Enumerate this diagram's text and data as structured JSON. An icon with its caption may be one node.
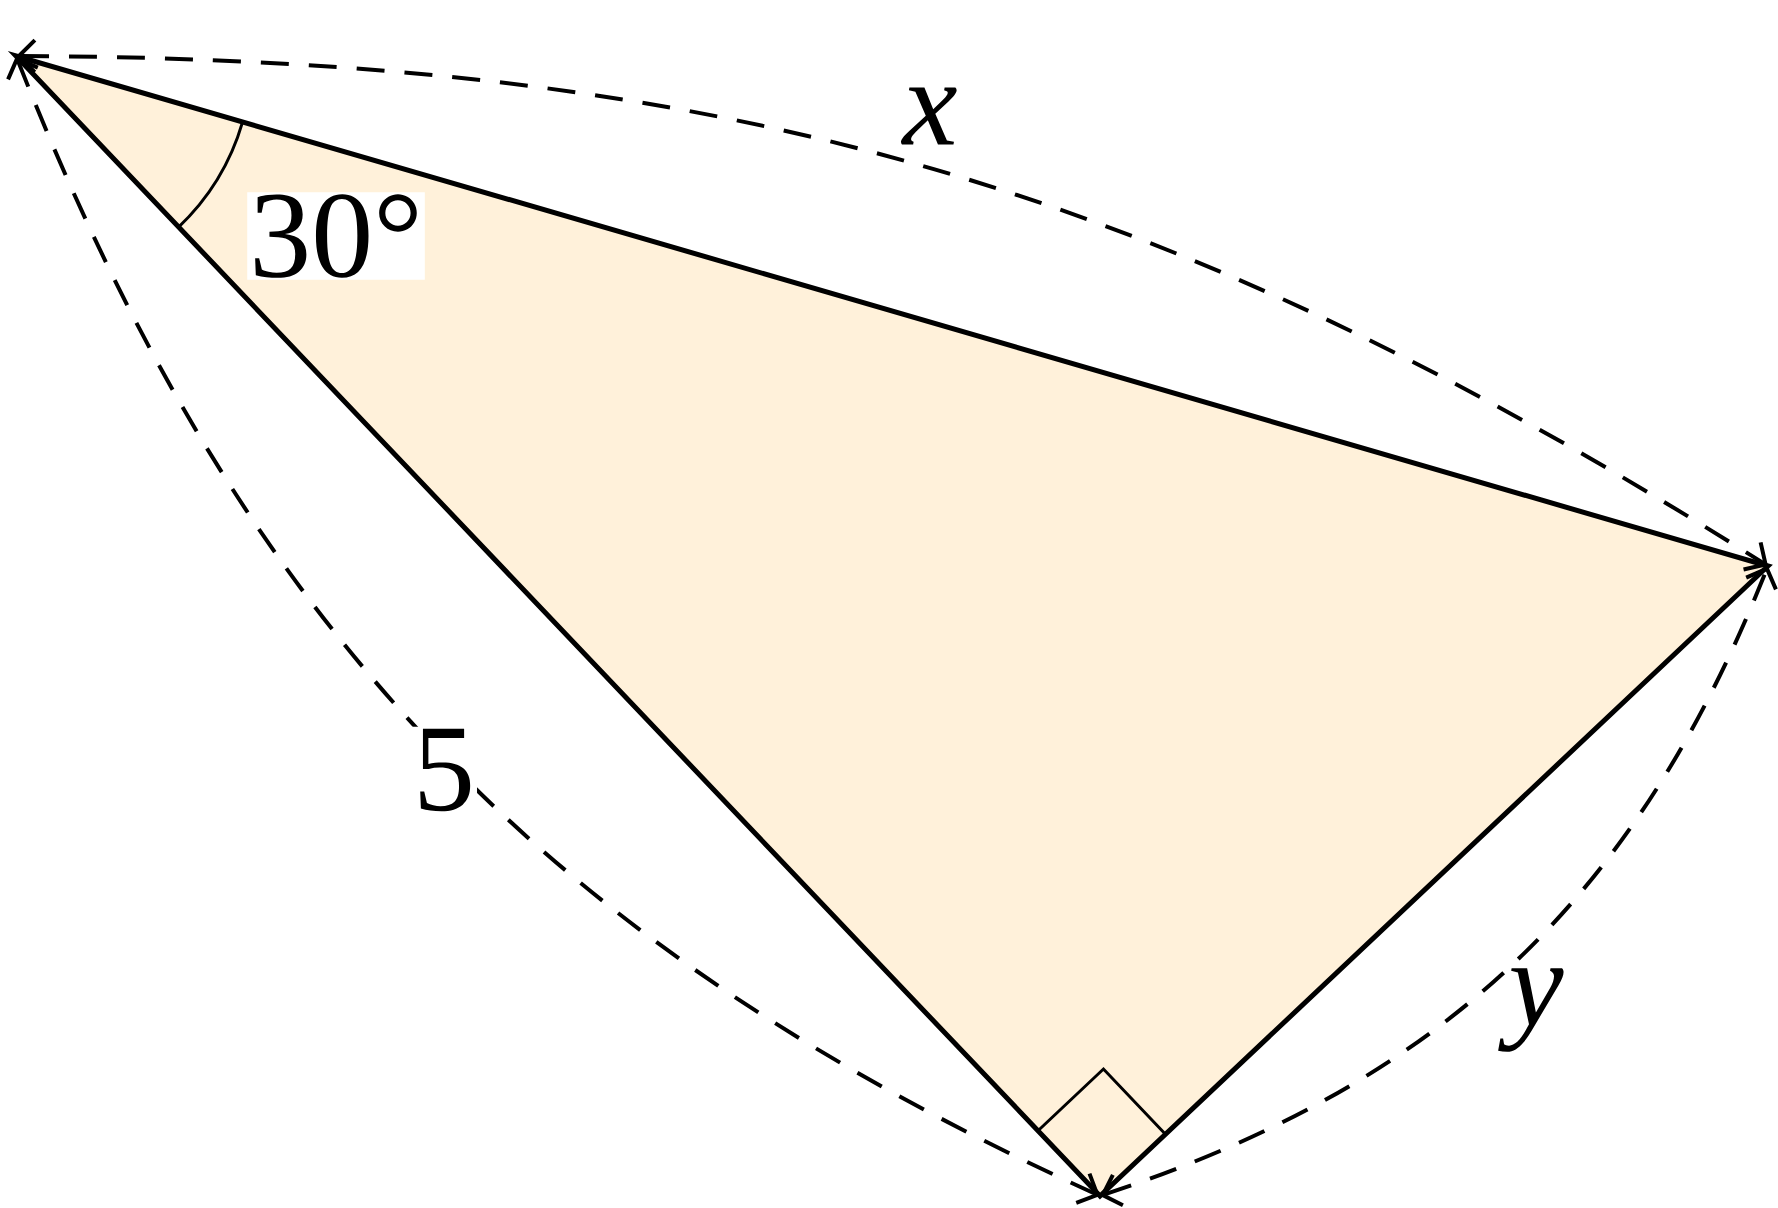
{
  "diagram": {
    "labels": [
      "30°",
      "x",
      "5",
      "y"
    ]
  }
}
